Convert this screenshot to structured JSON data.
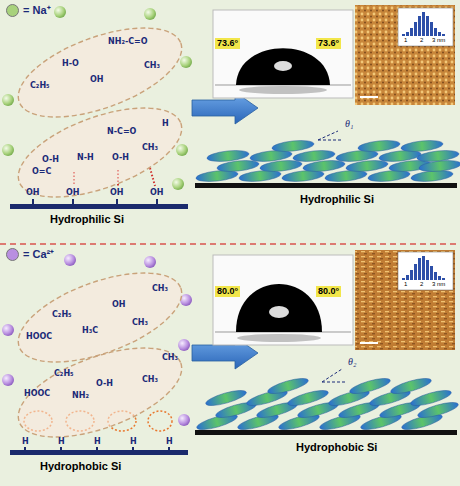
{
  "diagram": {
    "nodes": [
      {
        "text": [
          "NH₂-C=O",
          "OH",
          "H-O",
          "C₂H₅",
          "CH₃"
        ]
      },
      {
        "text": [
          "O-H",
          "N-H",
          "N-C=O",
          "O=C",
          "O-H",
          "CH₃",
          "H"
        ]
      },
      {
        "text": [
          "CH₃",
          "C₂H₅",
          "OH",
          "HOOC",
          "H₃C",
          "CH₃"
        ]
      },
      {
        "text": [
          "HOOC",
          "C₂H₅",
          "O-H",
          "NH₂",
          "CH₃",
          "CH₃"
        ]
      }
    ],
    "labels": [
      "OH",
      "OH",
      "OH",
      "OH",
      "Hydrophilic Si",
      "73.6°",
      "73.6°",
      "1",
      "2",
      "3 nm",
      "θ₁",
      "Hydrophilic Si",
      "H",
      "H",
      "H",
      "H",
      "H",
      "Hydrophobic Si",
      "80.0°",
      "80.0°",
      "1",
      "2",
      "3 nm",
      "θ₂",
      "Hydrophobic Si"
    ],
    "legend": [
      {
        "text": "= Na⁺",
        "color": "#a8d27c"
      },
      {
        "text": "= Ca²⁺",
        "color": "#b98fe0"
      }
    ]
  }
}
